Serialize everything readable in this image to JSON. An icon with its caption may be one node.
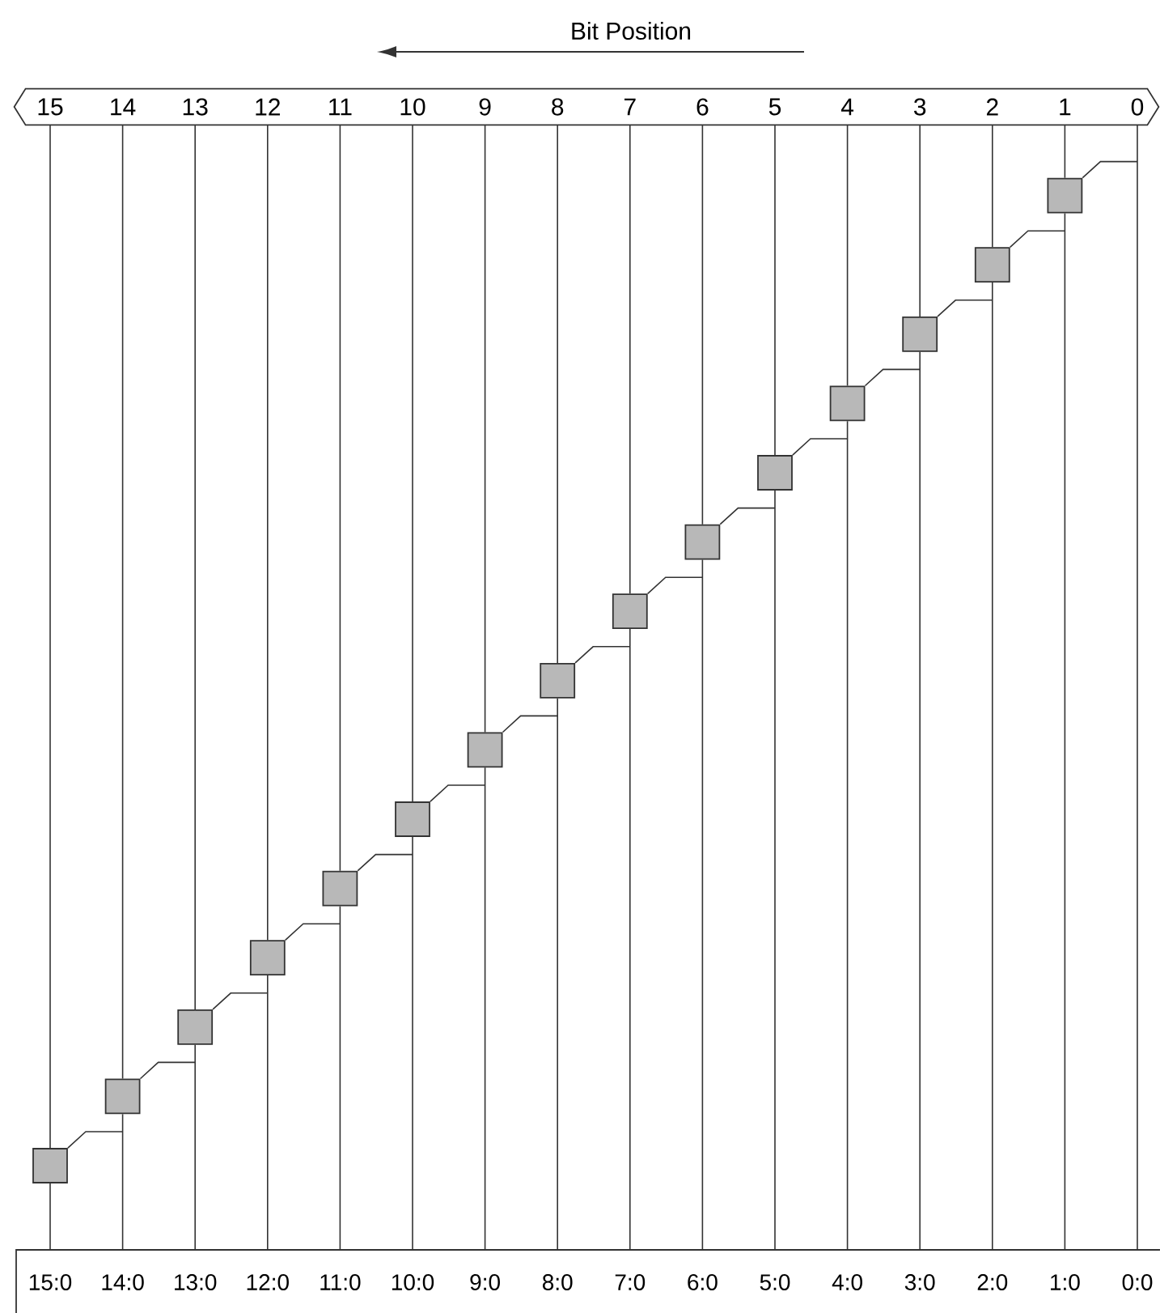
{
  "diagram": {
    "title": "Bit Position",
    "nodes": [
      {
        "text": [],
        "shape": "band"
      },
      {
        "text": [
          "15"
        ],
        "in": 0
      },
      {
        "text": [
          "14"
        ],
        "in": 0
      },
      {
        "text": [
          "13"
        ],
        "in": 0
      },
      {
        "text": [
          "12"
        ],
        "in": 0
      },
      {
        "text": [
          "11"
        ],
        "in": 0
      },
      {
        "text": [
          "10"
        ],
        "in": 0
      },
      {
        "text": [
          "9"
        ],
        "in": 0
      },
      {
        "text": [
          "8"
        ],
        "in": 0
      },
      {
        "text": [
          "7"
        ],
        "in": 0
      },
      {
        "text": [
          "6"
        ],
        "in": 0
      },
      {
        "text": [
          "5"
        ],
        "in": 0
      },
      {
        "text": [
          "4"
        ],
        "in": 0
      },
      {
        "text": [
          "3"
        ],
        "in": 0
      },
      {
        "text": [
          "2"
        ],
        "in": 0
      },
      {
        "text": [
          "1"
        ],
        "in": 0
      },
      {
        "text": [
          "0"
        ],
        "in": 0
      },
      {
        "text": [],
        "shape": "box"
      },
      {
        "text": [
          "15:0"
        ],
        "in": 17
      },
      {
        "text": [
          "14:0"
        ],
        "in": 17
      },
      {
        "text": [
          "13:0"
        ],
        "in": 17
      },
      {
        "text": [
          "12:0"
        ],
        "in": 17
      },
      {
        "text": [
          "11:0"
        ],
        "in": 17
      },
      {
        "text": [
          "10:0"
        ],
        "in": 17
      },
      {
        "text": [
          "9:0"
        ],
        "in": 17
      },
      {
        "text": [
          "8:0"
        ],
        "in": 17
      },
      {
        "text": [
          "7:0"
        ],
        "in": 17
      },
      {
        "text": [
          "6:0"
        ],
        "in": 17
      },
      {
        "text": [
          "5:0"
        ],
        "in": 17
      },
      {
        "text": [
          "4:0"
        ],
        "in": 17
      },
      {
        "text": [
          "3:0"
        ],
        "in": 17
      },
      {
        "text": [
          "2:0"
        ],
        "in": 17
      },
      {
        "text": [
          "1:0"
        ],
        "in": 17
      },
      {
        "text": [
          "0:0"
        ],
        "in": 17
      },
      {
        "text": [],
        "shape": "box"
      },
      {
        "text": [],
        "shape": "box"
      },
      {
        "text": [],
        "shape": "box"
      },
      {
        "text": [],
        "shape": "box"
      },
      {
        "text": [],
        "shape": "box"
      },
      {
        "text": [],
        "shape": "box"
      },
      {
        "text": [],
        "shape": "box"
      },
      {
        "text": [],
        "shape": "box"
      },
      {
        "text": [],
        "shape": "box"
      },
      {
        "text": [],
        "shape": "box"
      },
      {
        "text": [],
        "shape": "box"
      },
      {
        "text": [],
        "shape": "box"
      },
      {
        "text": [],
        "shape": "box"
      },
      {
        "text": [],
        "shape": "box"
      },
      {
        "text": [],
        "shape": "box"
      }
    ],
    "edges": [
      {
        "from": 1,
        "to": 34,
        "arrow": "none"
      },
      {
        "from": 34,
        "to": 18,
        "arrow": "none"
      },
      {
        "from": 2,
        "to": 35,
        "arrow": "none"
      },
      {
        "from": 35,
        "to": 19,
        "arrow": "none"
      },
      {
        "from": 3,
        "to": 36,
        "arrow": "none"
      },
      {
        "from": 36,
        "to": 20,
        "arrow": "none"
      },
      {
        "from": 4,
        "to": 37,
        "arrow": "none"
      },
      {
        "from": 37,
        "to": 21,
        "arrow": "none"
      },
      {
        "from": 5,
        "to": 38,
        "arrow": "none"
      },
      {
        "from": 38,
        "to": 22,
        "arrow": "none"
      },
      {
        "from": 6,
        "to": 39,
        "arrow": "none"
      },
      {
        "from": 39,
        "to": 23,
        "arrow": "none"
      },
      {
        "from": 7,
        "to": 40,
        "arrow": "none"
      },
      {
        "from": 40,
        "to": 24,
        "arrow": "none"
      },
      {
        "from": 8,
        "to": 41,
        "arrow": "none"
      },
      {
        "from": 41,
        "to": 25,
        "arrow": "none"
      },
      {
        "from": 9,
        "to": 42,
        "arrow": "none"
      },
      {
        "from": 42,
        "to": 26,
        "arrow": "none"
      },
      {
        "from": 10,
        "to": 43,
        "arrow": "none"
      },
      {
        "from": 43,
        "to": 27,
        "arrow": "none"
      },
      {
        "from": 11,
        "to": 44,
        "arrow": "none"
      },
      {
        "from": 44,
        "to": 28,
        "arrow": "none"
      },
      {
        "from": 12,
        "to": 45,
        "arrow": "none"
      },
      {
        "from": 45,
        "to": 29,
        "arrow": "none"
      },
      {
        "from": 13,
        "to": 46,
        "arrow": "none"
      },
      {
        "from": 46,
        "to": 30,
        "arrow": "none"
      },
      {
        "from": 14,
        "to": 47,
        "arrow": "none"
      },
      {
        "from": 47,
        "to": 31,
        "arrow": "none"
      },
      {
        "from": 15,
        "to": 48,
        "arrow": "none"
      },
      {
        "from": 48,
        "to": 32,
        "arrow": "none"
      },
      {
        "from": 16,
        "to": 33,
        "arrow": "none"
      },
      {
        "from": 16,
        "to": 48,
        "arrow": "none"
      },
      {
        "from": 48,
        "to": 47,
        "arrow": "none"
      },
      {
        "from": 47,
        "to": 46,
        "arrow": "none"
      },
      {
        "from": 46,
        "to": 45,
        "arrow": "none"
      },
      {
        "from": 45,
        "to": 44,
        "arrow": "none"
      },
      {
        "from": 44,
        "to": 43,
        "arrow": "none"
      },
      {
        "from": 43,
        "to": 42,
        "arrow": "none"
      },
      {
        "from": 42,
        "to": 41,
        "arrow": "none"
      },
      {
        "from": 41,
        "to": 40,
        "arrow": "none"
      },
      {
        "from": 40,
        "to": 39,
        "arrow": "none"
      },
      {
        "from": 39,
        "to": 38,
        "arrow": "none"
      },
      {
        "from": 38,
        "to": 37,
        "arrow": "none"
      },
      {
        "from": 37,
        "to": 36,
        "arrow": "none"
      },
      {
        "from": 36,
        "to": 35,
        "arrow": "none"
      },
      {
        "from": 35,
        "to": 34,
        "arrow": "none"
      }
    ]
  }
}
